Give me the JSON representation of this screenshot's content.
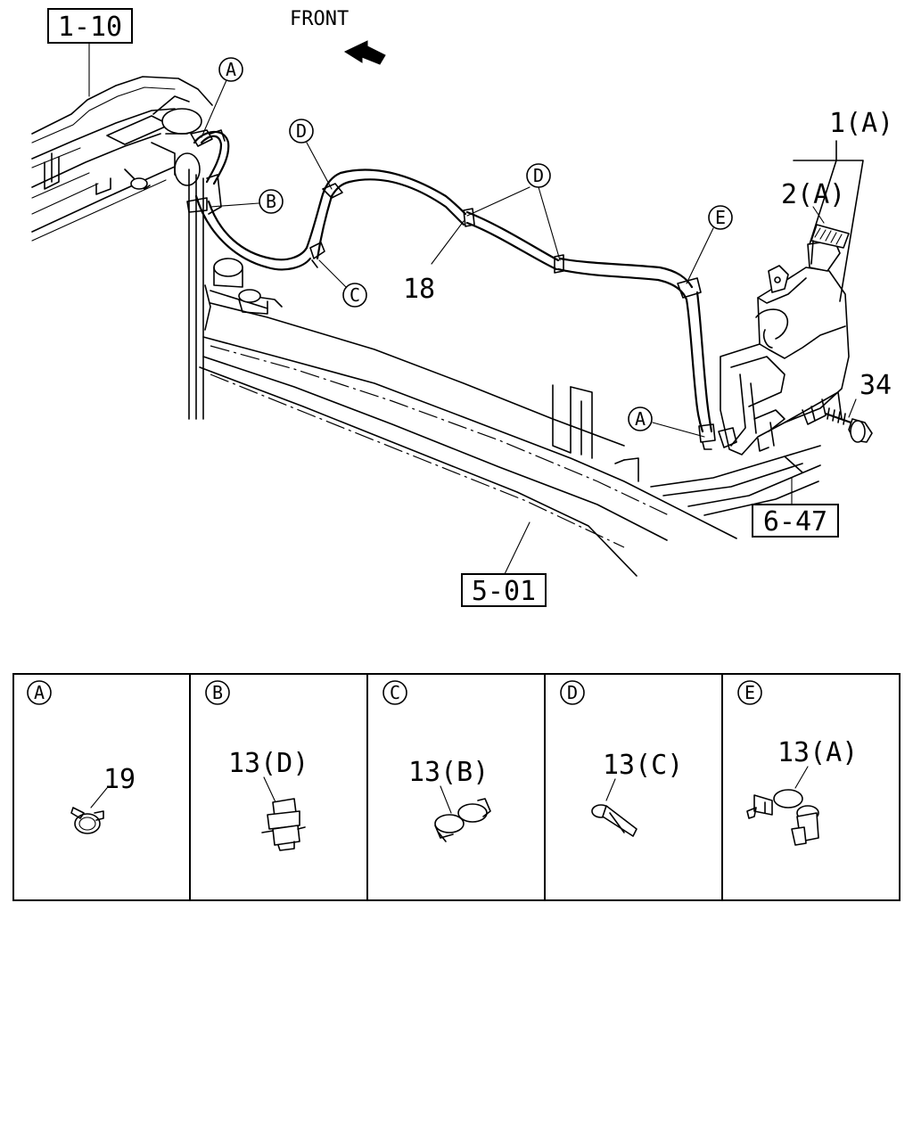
{
  "direction_label": "FRONT",
  "ref_boxes": {
    "radiator": "1-10",
    "frame": "5-01",
    "bracket": "6-47"
  },
  "part_numbers": {
    "tank_assembly": "1(A)",
    "cap": "2(A)",
    "bolt": "34",
    "hose": "18"
  },
  "callouts": {
    "a_top": "A",
    "b": "B",
    "c": "C",
    "d_left": "D",
    "d_mid": "D",
    "e": "E",
    "a_bottom": "A"
  },
  "detail_panels": [
    {
      "letter": "A",
      "part": "19"
    },
    {
      "letter": "B",
      "part": "13(D)"
    },
    {
      "letter": "C",
      "part": "13(B)"
    },
    {
      "letter": "D",
      "part": "13(C)"
    },
    {
      "letter": "E",
      "part": "13(A)"
    }
  ]
}
